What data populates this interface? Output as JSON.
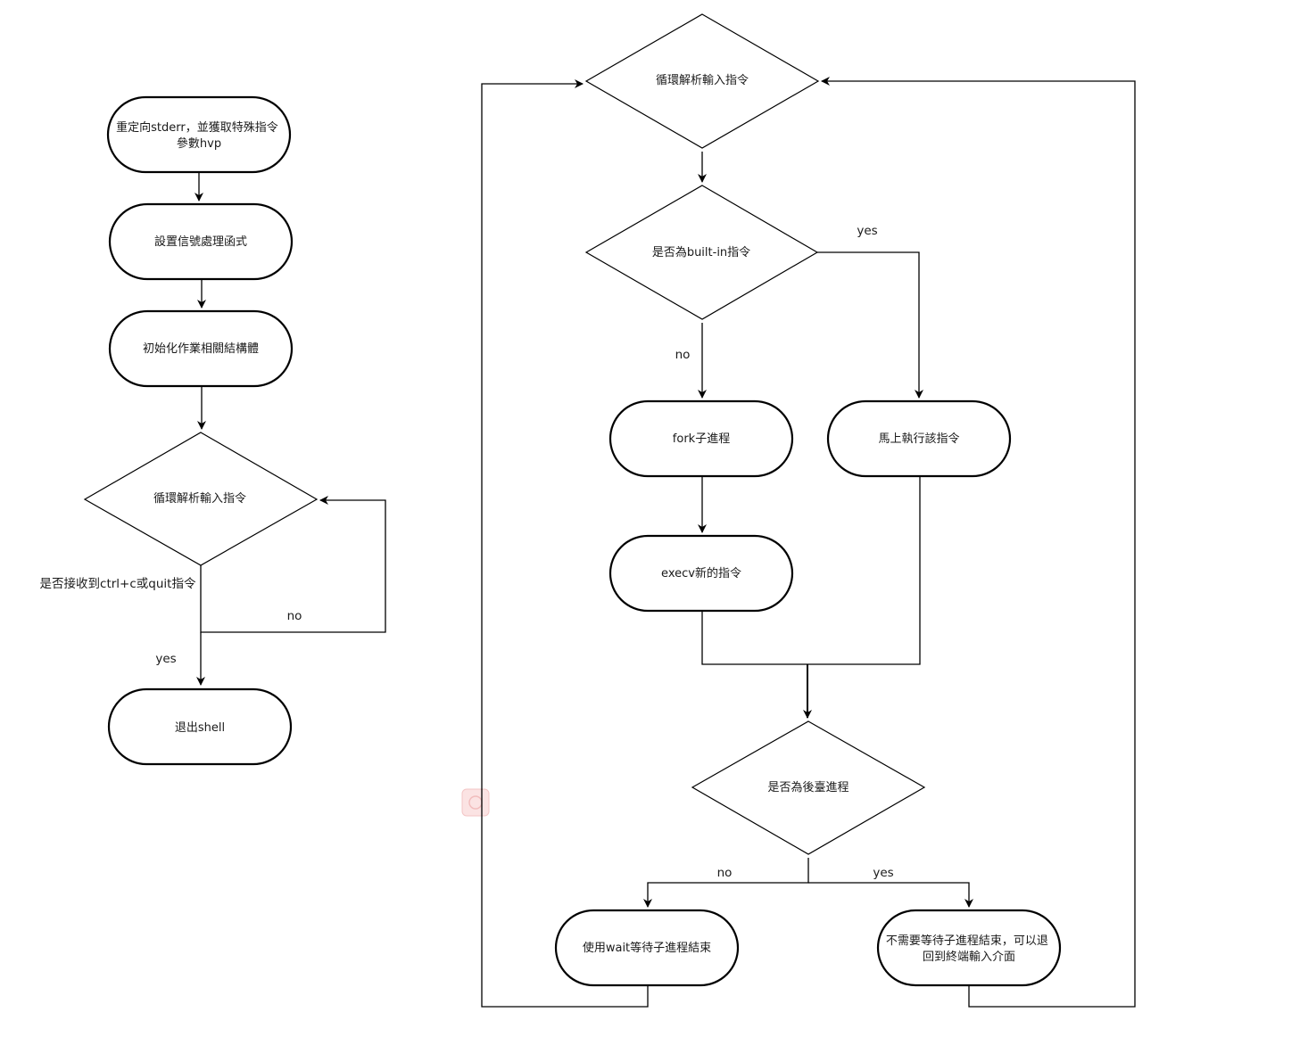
{
  "diagram": {
    "left_flow": {
      "redirect_stderr": [
        "重定向stderr，並獲取特殊指令",
        "參數hvp"
      ],
      "set_signal_handler": "設置信號處理函式",
      "init_job_struct": "初始化作業相關結構體",
      "loop_parse_input": "循環解析輸入指令",
      "check_exit_label": "是否接收到ctrl+c或quit指令",
      "no_label": "no",
      "yes_label": "yes",
      "exit_shell": "退出shell"
    },
    "right_flow": {
      "loop_parse_input": "循環解析輸入指令",
      "is_builtin": "是否為built-in指令",
      "yes_label": "yes",
      "no_label": "no",
      "fork_child": "fork子進程",
      "execute_now": "馬上執行該指令",
      "execv_new": "execv新的指令",
      "is_background": "是否為後臺進程",
      "bg_no_label": "no",
      "bg_yes_label": "yes",
      "wait_child": "使用wait等待子進程結束",
      "no_wait_return": [
        "不需要等待子進程結束，可以退",
        "回到終端輸入介面"
      ]
    }
  }
}
